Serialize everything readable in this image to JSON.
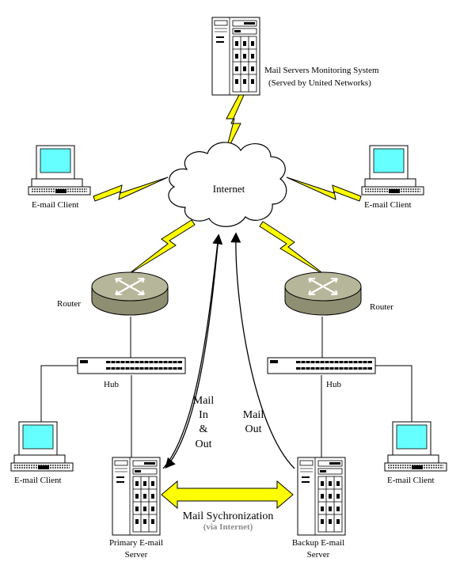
{
  "monitoring_server": {
    "title": "Mail Servers Monitoring System",
    "subtitle": "(Served by United Networks)"
  },
  "internet": {
    "label": "Internet"
  },
  "clients": {
    "top_left": "E-mail Client",
    "top_right": "E-mail Client",
    "bottom_left": "E-mail Client",
    "bottom_right": "E-mail Client"
  },
  "routers": {
    "left": "Router",
    "right": "Router"
  },
  "hubs": {
    "left": "Hub",
    "right": "Hub"
  },
  "servers": {
    "primary_line1": "Primary E-mail",
    "primary_line2": "Server",
    "backup_line1": "Backup E-mail",
    "backup_line2": "Server"
  },
  "flows": {
    "mail_in_out": [
      "Mail",
      "In",
      "&",
      "Out"
    ],
    "mail_out": [
      "Mail",
      "Out"
    ],
    "sync_label": "Mail Sychronization",
    "sync_sub": "(via Internet)"
  },
  "colors": {
    "lightning": "#ffff00",
    "sync_arrow": "#ffff00",
    "router_top": "#b6b69a",
    "router_side": "#8e8e72",
    "screen": "#66ffff",
    "cloud": "#ffffff"
  }
}
